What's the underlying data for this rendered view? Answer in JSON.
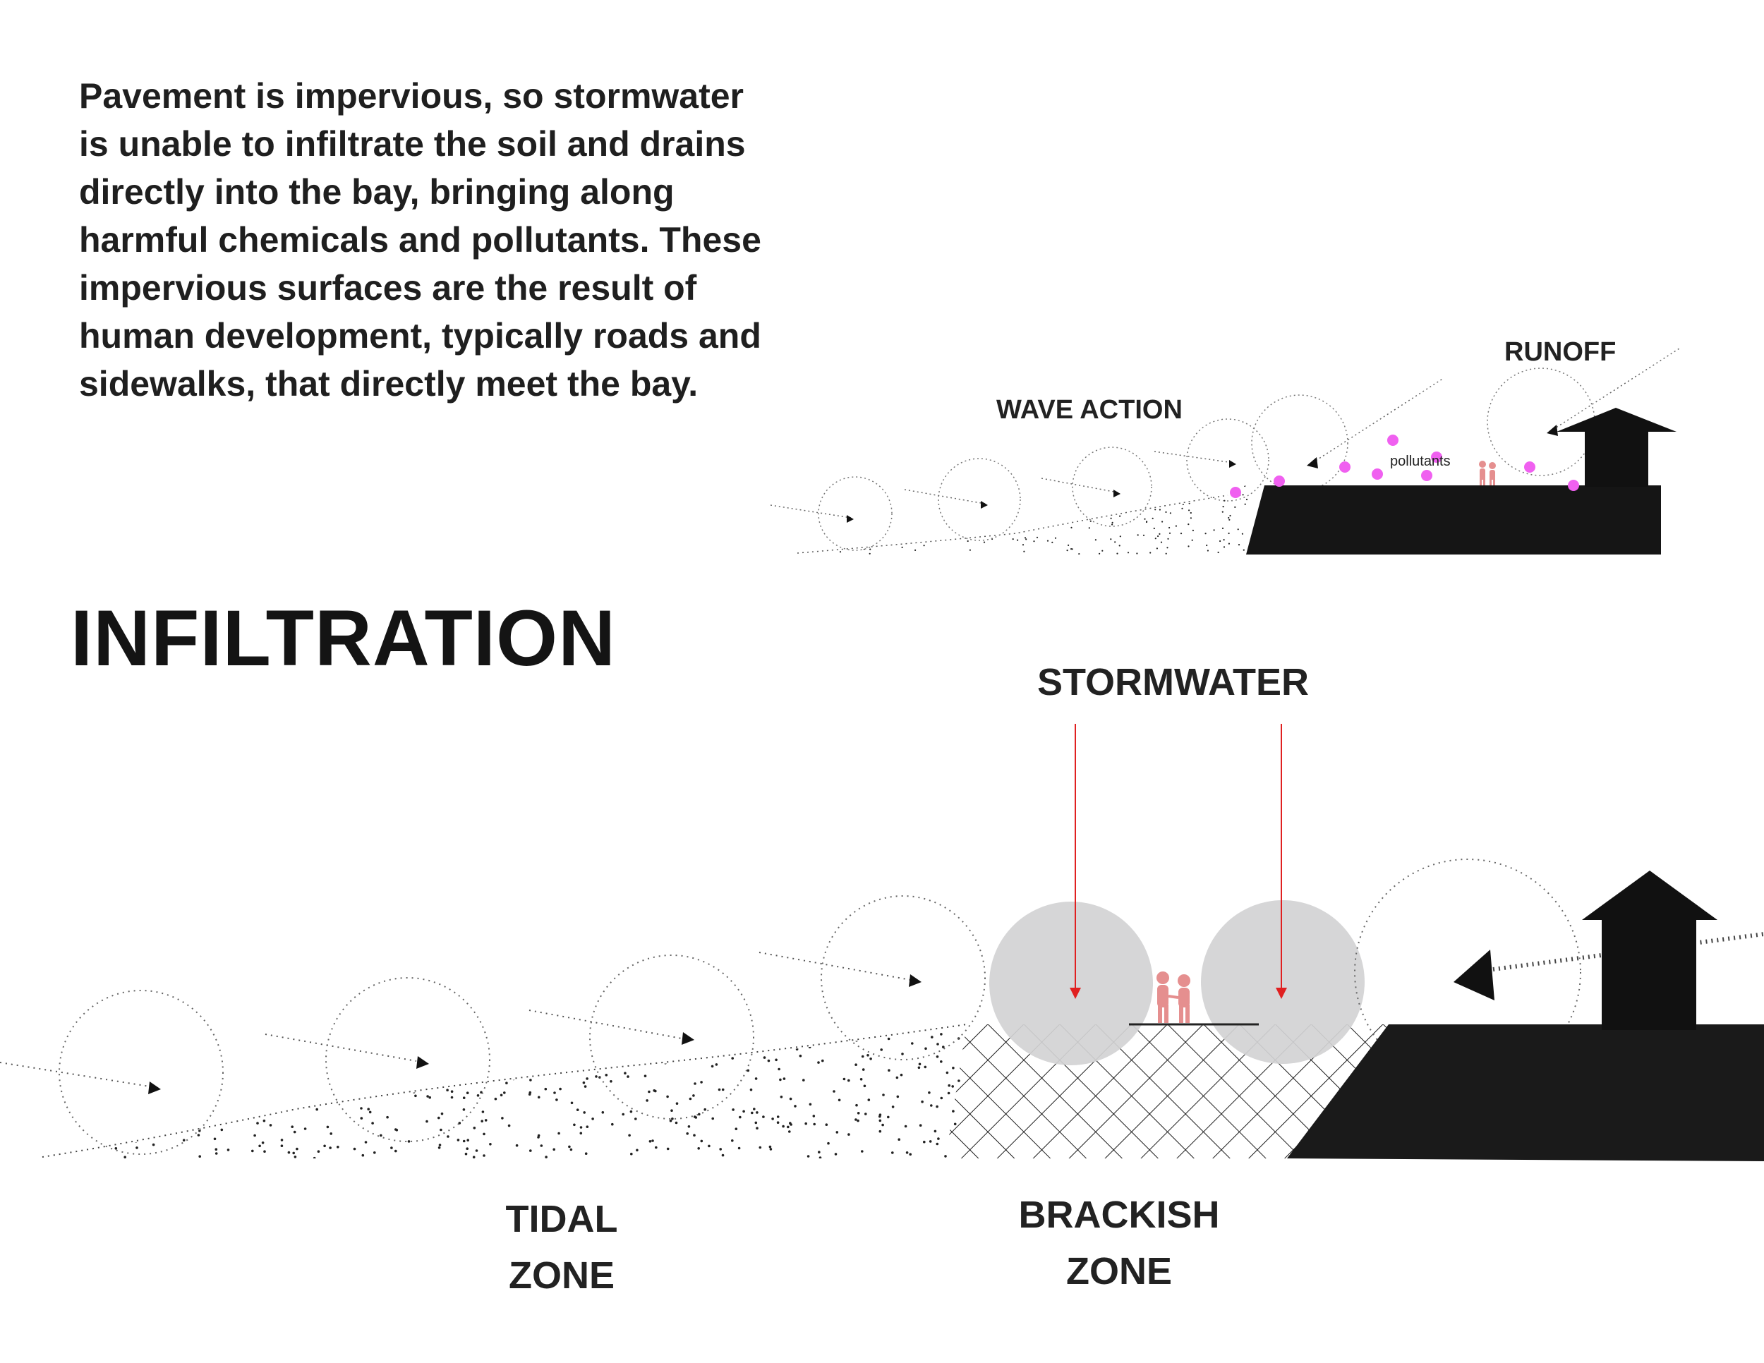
{
  "intro": {
    "lines": [
      "Pavement is impervious, so stormwater",
      "is unable to infiltrate the soil and drains",
      "directly into the bay, bringing along",
      "harmful chemicals and pollutants. These",
      "impervious surfaces are the result of",
      "human development, typically roads and",
      "sidewalks, that directly meet the bay."
    ]
  },
  "title": "INFILTRATION",
  "top_diagram": {
    "wave_label": "WAVE ACTION",
    "runoff_label": "RUNOFF",
    "pollutants_label": "pollutants"
  },
  "bottom_diagram": {
    "stormwater_label": "STORMWATER",
    "tidal_zone": [
      "TIDAL",
      "ZONE"
    ],
    "brackish_zone": [
      "BRACKISH",
      "ZONE"
    ]
  },
  "colors": {
    "text": "#1f1f1f",
    "ground": "#1a1a1a",
    "pollutant": "#f060f0",
    "people": "#e58f8f",
    "rain_arrow": "#e02020",
    "bubble": "#d3d2d4"
  },
  "icons": [
    "house-icon",
    "people-icon",
    "wave-arrow-icon",
    "rain-arrow-icon"
  ]
}
